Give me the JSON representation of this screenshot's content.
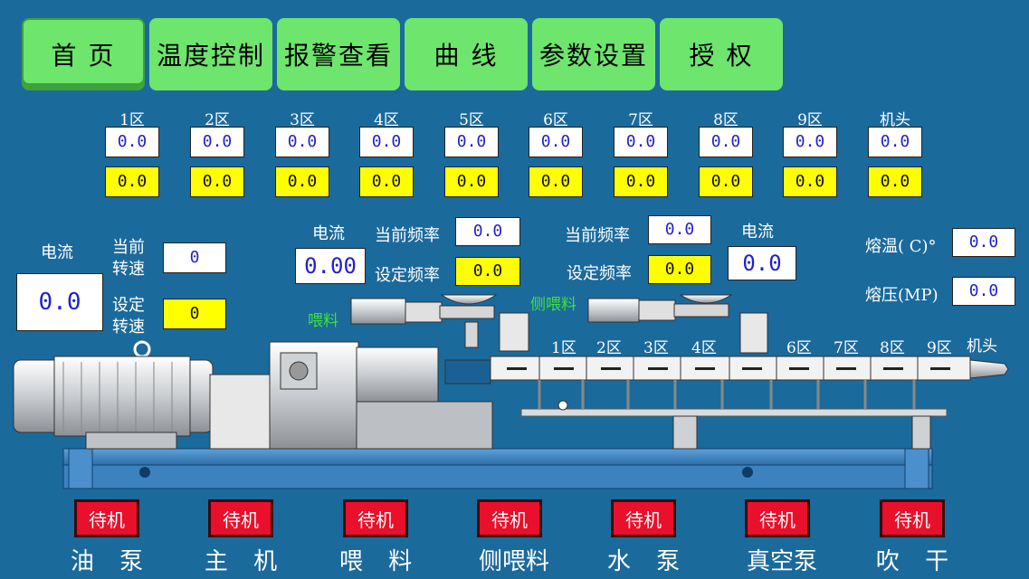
{
  "nav": [
    {
      "label": "首 页",
      "active": true
    },
    {
      "label": "温度控制"
    },
    {
      "label": "报警查看"
    },
    {
      "label": "曲 线"
    },
    {
      "label": "参数设置"
    },
    {
      "label": "授 权"
    }
  ],
  "zones": [
    {
      "label": "1区",
      "actual": "0.0",
      "set": "0.0"
    },
    {
      "label": "2区",
      "actual": "0.0",
      "set": "0.0"
    },
    {
      "label": "3区",
      "actual": "0.0",
      "set": "0.0"
    },
    {
      "label": "4区",
      "actual": "0.0",
      "set": "0.0"
    },
    {
      "label": "5区",
      "actual": "0.0",
      "set": "0.0"
    },
    {
      "label": "6区",
      "actual": "0.0",
      "set": "0.0"
    },
    {
      "label": "7区",
      "actual": "0.0",
      "set": "0.0"
    },
    {
      "label": "8区",
      "actual": "0.0",
      "set": "0.0"
    },
    {
      "label": "9区",
      "actual": "0.0",
      "set": "0.0"
    },
    {
      "label": "机头",
      "actual": "0.0",
      "set": "0.0"
    }
  ],
  "main_motor": {
    "current_label": "电流",
    "current_value": "0.0",
    "cur_speed_label": "当前\n转速",
    "cur_speed_value": "0",
    "set_speed_label": "设定\n转速",
    "set_speed_value": "0"
  },
  "feeder": {
    "current_label": "电流",
    "current_value": "0.00",
    "cur_freq_label": "当前频率",
    "cur_freq_value": "0.0",
    "set_freq_label": "设定频率",
    "set_freq_value": "0.0",
    "name": "喂料"
  },
  "side_feeder": {
    "current_label": "电流",
    "current_value": "0.0",
    "cur_freq_label": "当前频率",
    "cur_freq_value": "0.0",
    "set_freq_label": "设定频率",
    "set_freq_value": "0.0",
    "name": "侧喂料"
  },
  "melt": {
    "temp_label": "熔温( C)°",
    "temp_value": "0.0",
    "press_label": "熔压(MP)",
    "press_value": "0.0"
  },
  "barrel_labels": [
    "1区",
    "2区",
    "3区",
    "4区",
    "6区",
    "7区",
    "8区",
    "9区",
    "机头"
  ],
  "devices": [
    {
      "status": "待机",
      "name": "油 泵"
    },
    {
      "status": "待机",
      "name": "主 机"
    },
    {
      "status": "待机",
      "name": "喂 料"
    },
    {
      "status": "待机",
      "name": "侧喂料"
    },
    {
      "status": "待机",
      "name": "水 泵"
    },
    {
      "status": "待机",
      "name": "真空泵"
    },
    {
      "status": "待机",
      "name": "吹 干"
    }
  ],
  "colors": {
    "background": "#1b6a9c",
    "nav": "#6ee56c",
    "standby": "#e8102a",
    "set_box": "#ffff00",
    "value_text": "#2222cc",
    "label_green": "#3fe23c"
  }
}
